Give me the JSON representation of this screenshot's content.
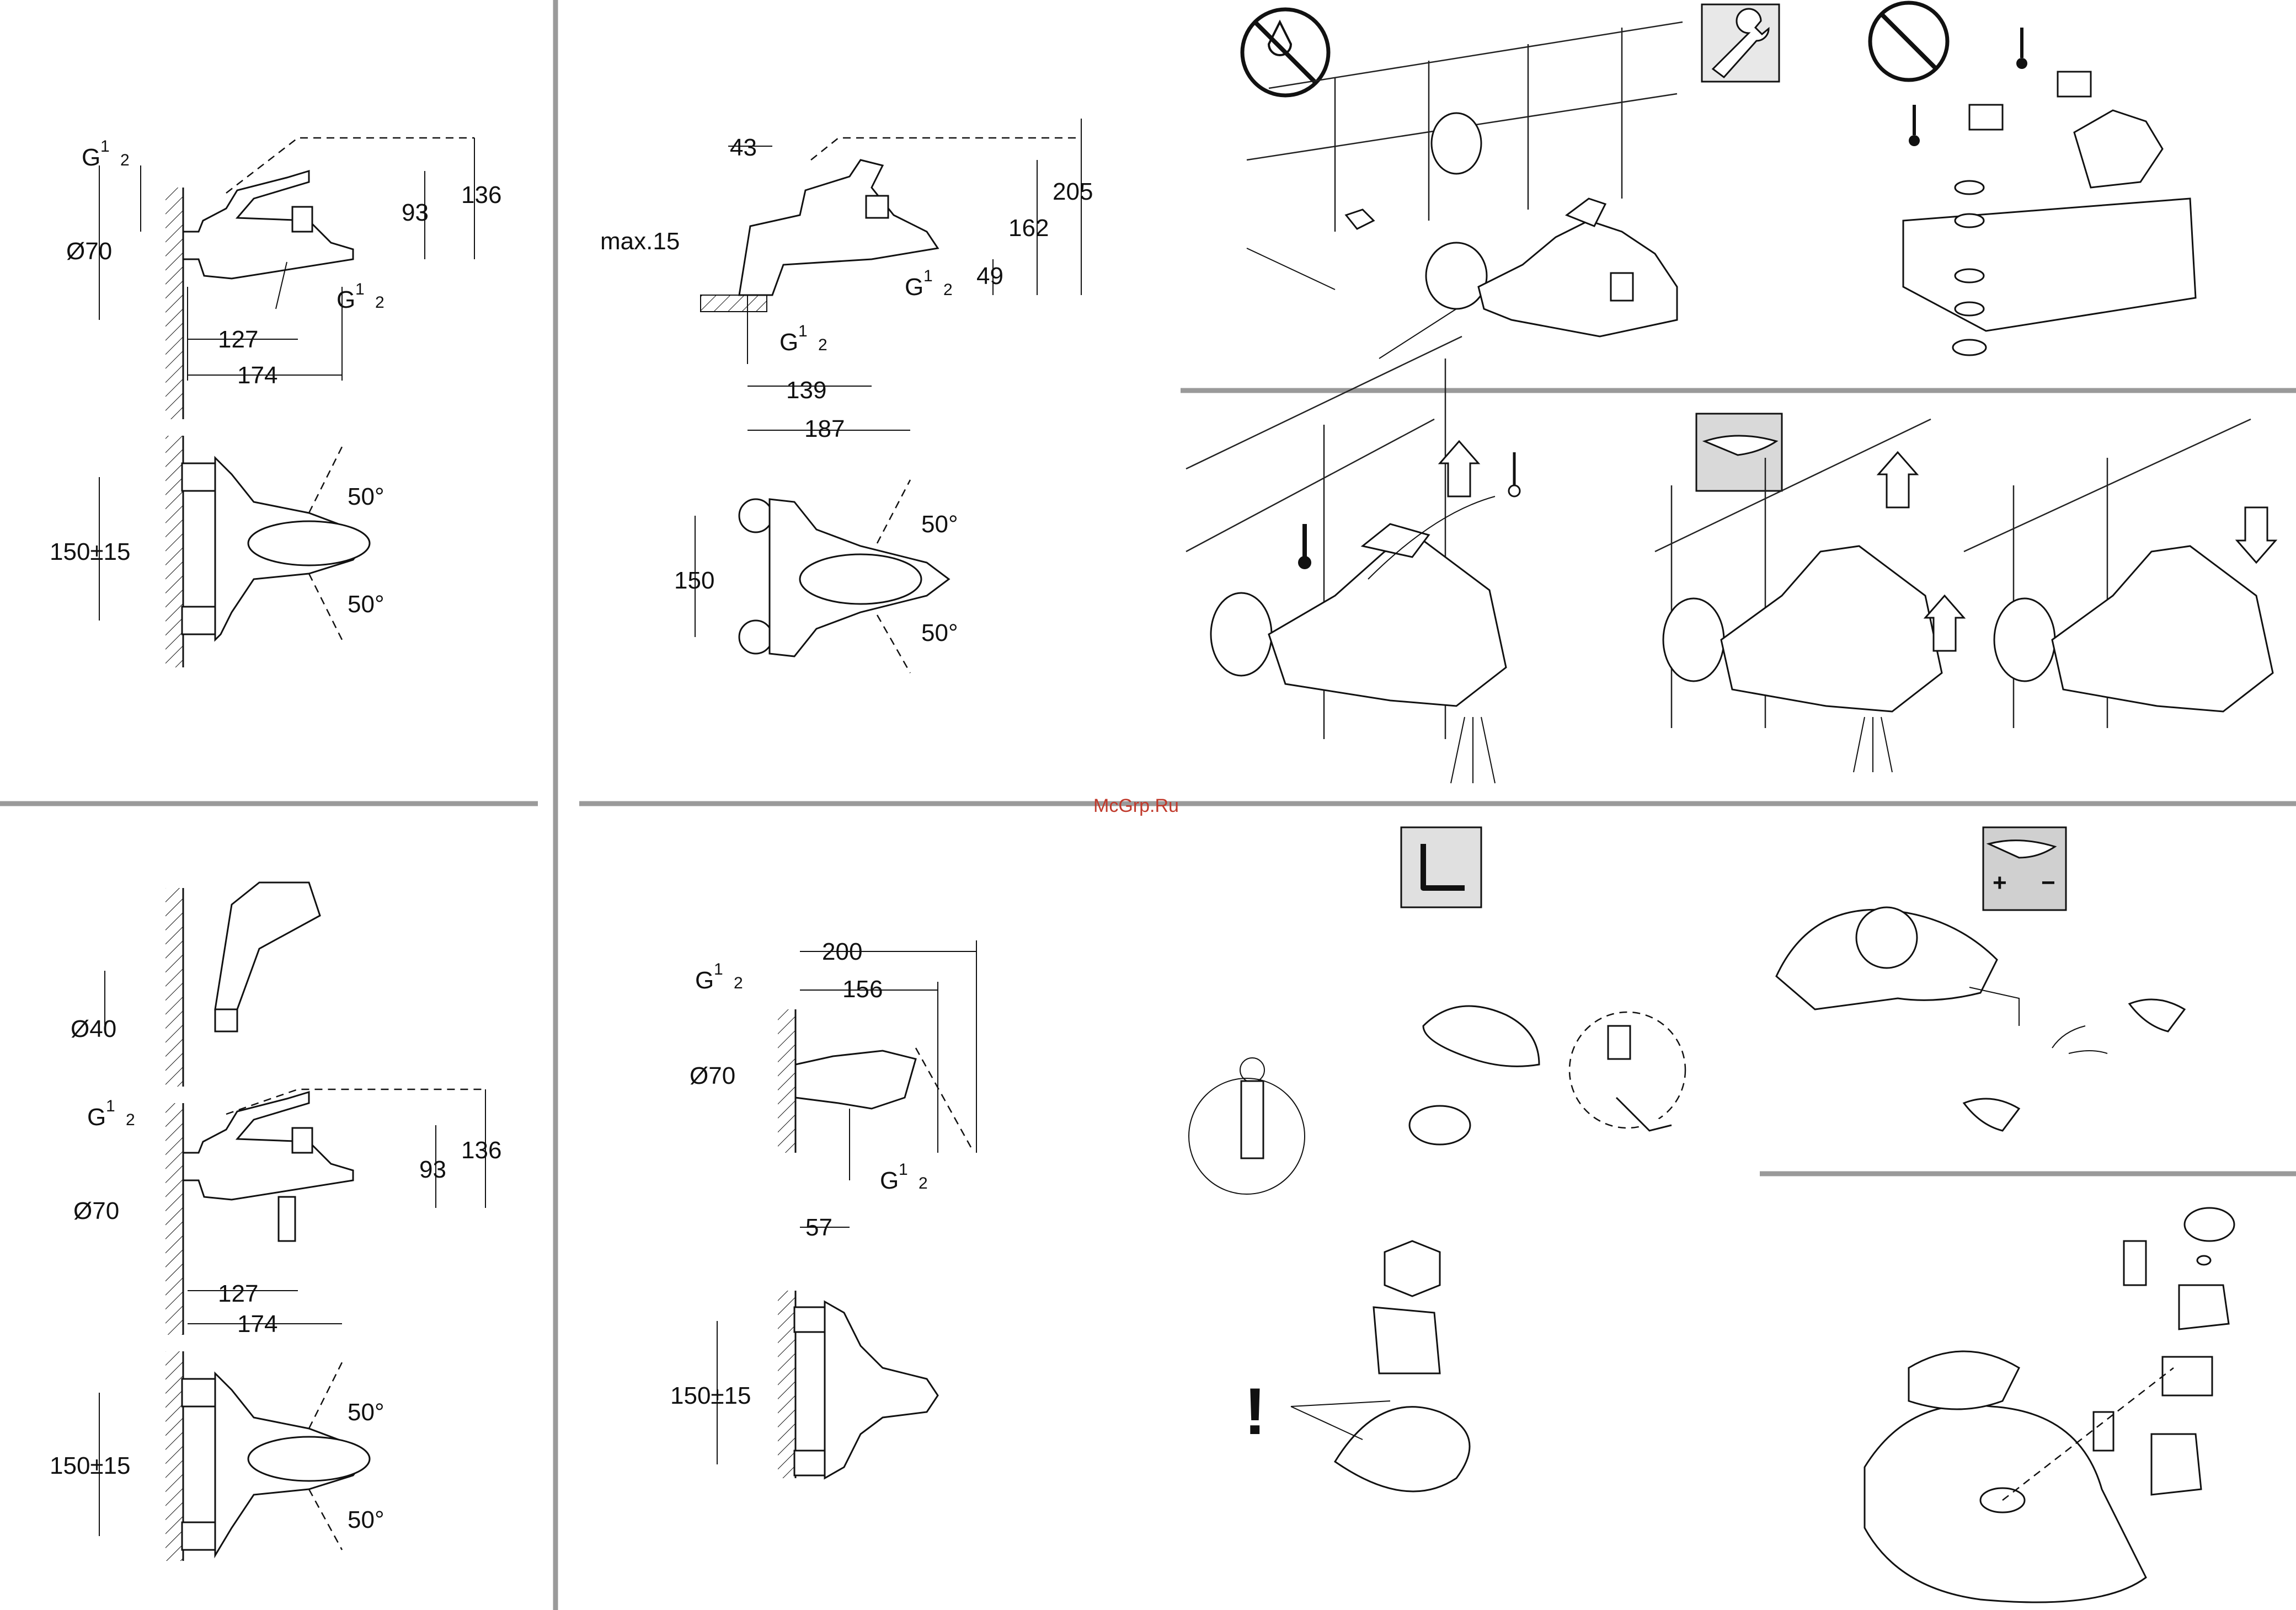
{
  "watermark": "McGrp.Ru",
  "dims": {
    "g": "G",
    "sup1": "1",
    "sub2": "2",
    "d70": "Ø70",
    "d40": "Ø40",
    "v136": "136",
    "v93": "93",
    "v127": "127",
    "v174": "174",
    "v150pm15": "150±15",
    "v150": "150",
    "a50": "50°",
    "v43": "43",
    "v205": "205",
    "v162": "162",
    "v49": "49",
    "max15": "max.15",
    "v139": "139",
    "v187": "187",
    "v200": "200",
    "v156": "156",
    "v57": "57"
  },
  "marks": {
    "exclamation": "!",
    "plus": "+",
    "minus": "−"
  },
  "icons": [
    "no-water-icon",
    "wrench-icon",
    "thermometer-icon",
    "hex-key-icon",
    "spout-icon",
    "arrow-up-icon",
    "arrow-down-icon"
  ]
}
